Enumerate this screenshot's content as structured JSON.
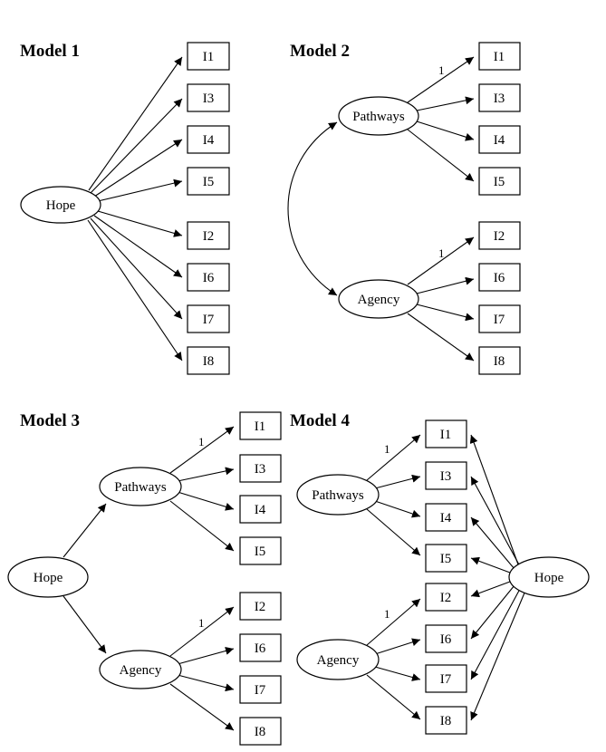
{
  "models": {
    "m1": {
      "title": "Model 1",
      "hope": "Hope",
      "items": [
        "I1",
        "I3",
        "I4",
        "I5",
        "I2",
        "I6",
        "I7",
        "I8"
      ]
    },
    "m2": {
      "title": "Model 2",
      "pathways": "Pathways",
      "agency": "Agency",
      "pathways_items": [
        "I1",
        "I3",
        "I4",
        "I5"
      ],
      "agency_items": [
        "I2",
        "I6",
        "I7",
        "I8"
      ],
      "fixed_loading": "1"
    },
    "m3": {
      "title": "Model 3",
      "hope": "Hope",
      "pathways": "Pathways",
      "agency": "Agency",
      "pathways_items": [
        "I1",
        "I3",
        "I4",
        "I5"
      ],
      "agency_items": [
        "I2",
        "I6",
        "I7",
        "I8"
      ],
      "fixed_loading": "1"
    },
    "m4": {
      "title": "Model 4",
      "hope": "Hope",
      "pathways": "Pathways",
      "agency": "Agency",
      "pathways_items": [
        "I1",
        "I3",
        "I4",
        "I5"
      ],
      "agency_items": [
        "I2",
        "I6",
        "I7",
        "I8"
      ],
      "fixed_loading": "1"
    }
  }
}
